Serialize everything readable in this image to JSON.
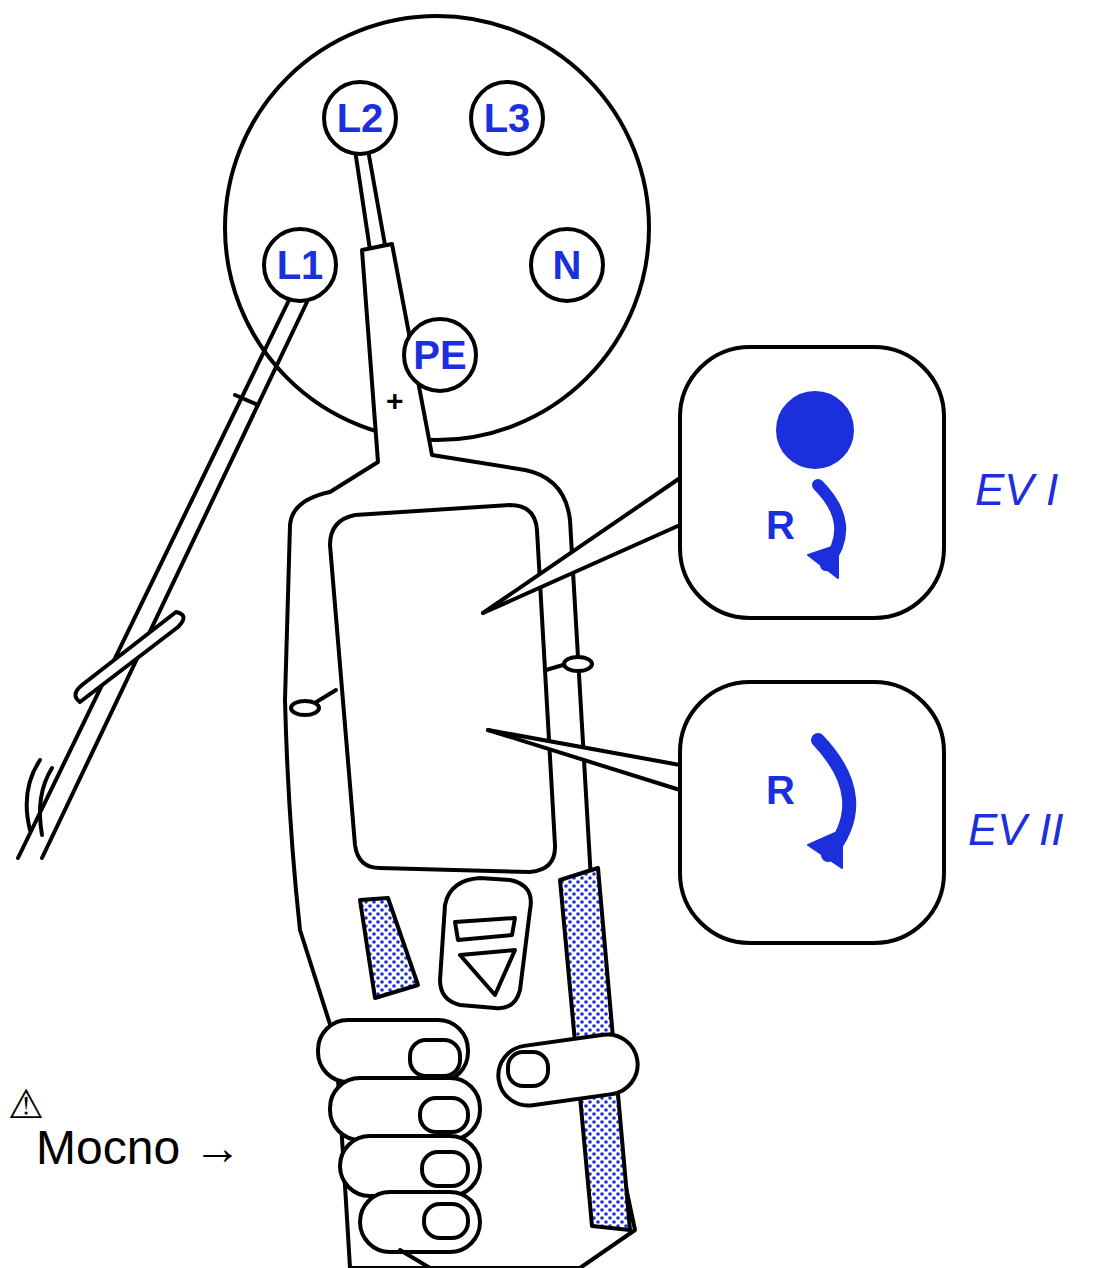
{
  "diagram": {
    "nodes": [
      {
        "text": [
          "L2"
        ]
      },
      {
        "text": [
          "L3"
        ]
      },
      {
        "text": [
          "L1"
        ]
      },
      {
        "text": [
          "N"
        ]
      },
      {
        "text": [
          "PE"
        ]
      },
      {
        "text": [
          "R"
        ]
      },
      {
        "text": [
          "R"
        ]
      }
    ],
    "edges": [],
    "labels": [
      "+",
      "EV I",
      "EV II",
      "⚠",
      "Mocno →"
    ]
  }
}
